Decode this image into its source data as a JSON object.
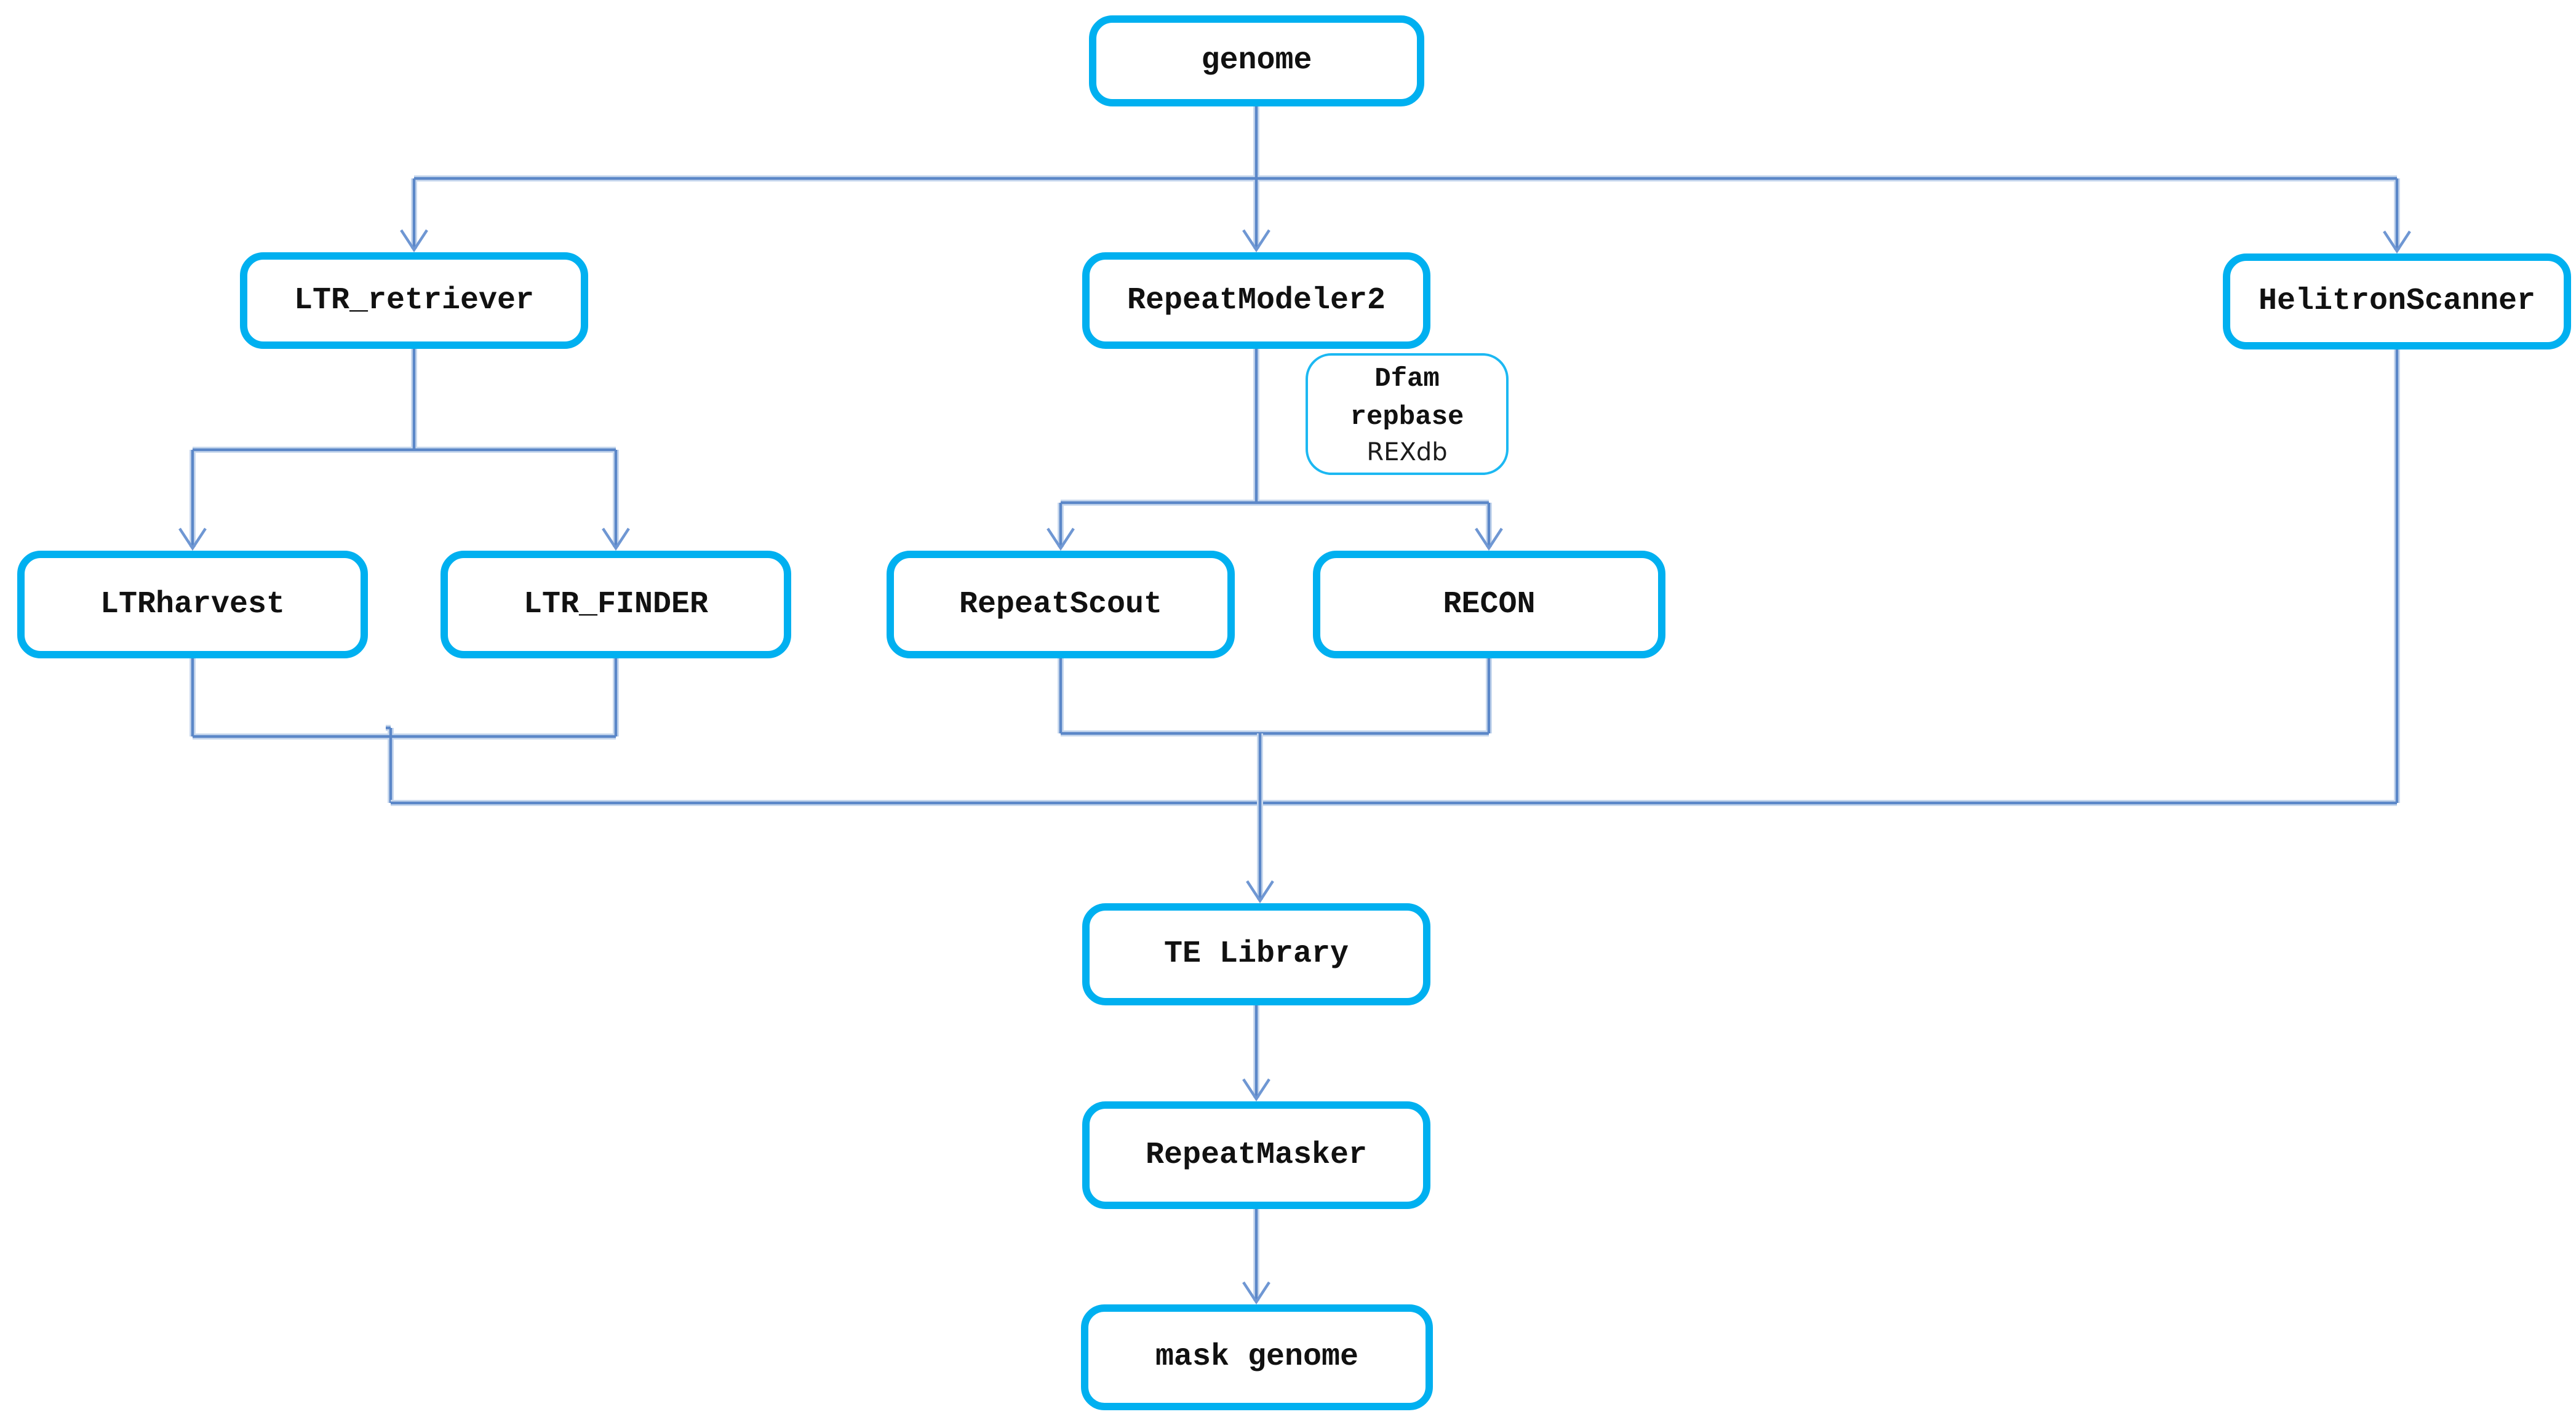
{
  "colors": {
    "background": "#ffffff",
    "box_border": "#00b0f0",
    "side_box_border": "#1cb8f2",
    "connector": "#5b87c8",
    "connector_halo": "#c9d9ee",
    "arrowhead": "#6f97d3",
    "label_text": "#111111"
  },
  "nodes": {
    "genome": {
      "label": "genome"
    },
    "ltr_retriever": {
      "label": "LTR_retriever"
    },
    "repeatmodeler2": {
      "label": "RepeatModeler2"
    },
    "helitronscanner": {
      "label": "HelitronScanner"
    },
    "ltrharvest": {
      "label": "LTRharvest"
    },
    "ltr_finder": {
      "label": "LTR_FINDER"
    },
    "repeatscout": {
      "label": "RepeatScout"
    },
    "recon": {
      "label": "RECON"
    },
    "database_box": {
      "line1": "Dfam",
      "line2": "repbase",
      "line3": "REXdb"
    },
    "te_library": {
      "label": "TE Library"
    },
    "repeatmasker": {
      "label": "RepeatMasker"
    },
    "mask_genome": {
      "label": "mask genome"
    }
  },
  "edges": [
    {
      "from": "genome",
      "to": "LTR_retriever"
    },
    {
      "from": "genome",
      "to": "RepeatModeler2"
    },
    {
      "from": "genome",
      "to": "HelitronScanner"
    },
    {
      "from": "LTR_retriever",
      "to": "LTRharvest"
    },
    {
      "from": "LTR_retriever",
      "to": "LTR_FINDER"
    },
    {
      "from": "RepeatModeler2",
      "to": "RepeatScout"
    },
    {
      "from": "RepeatModeler2",
      "to": "RECON"
    },
    {
      "from": "LTRharvest",
      "to": "TE Library"
    },
    {
      "from": "LTR_FINDER",
      "to": "TE Library"
    },
    {
      "from": "RepeatScout",
      "to": "TE Library"
    },
    {
      "from": "RECON",
      "to": "TE Library"
    },
    {
      "from": "HelitronScanner",
      "to": "TE Library"
    },
    {
      "from": "TE Library",
      "to": "RepeatMasker"
    },
    {
      "from": "RepeatMasker",
      "to": "mask genome"
    }
  ]
}
